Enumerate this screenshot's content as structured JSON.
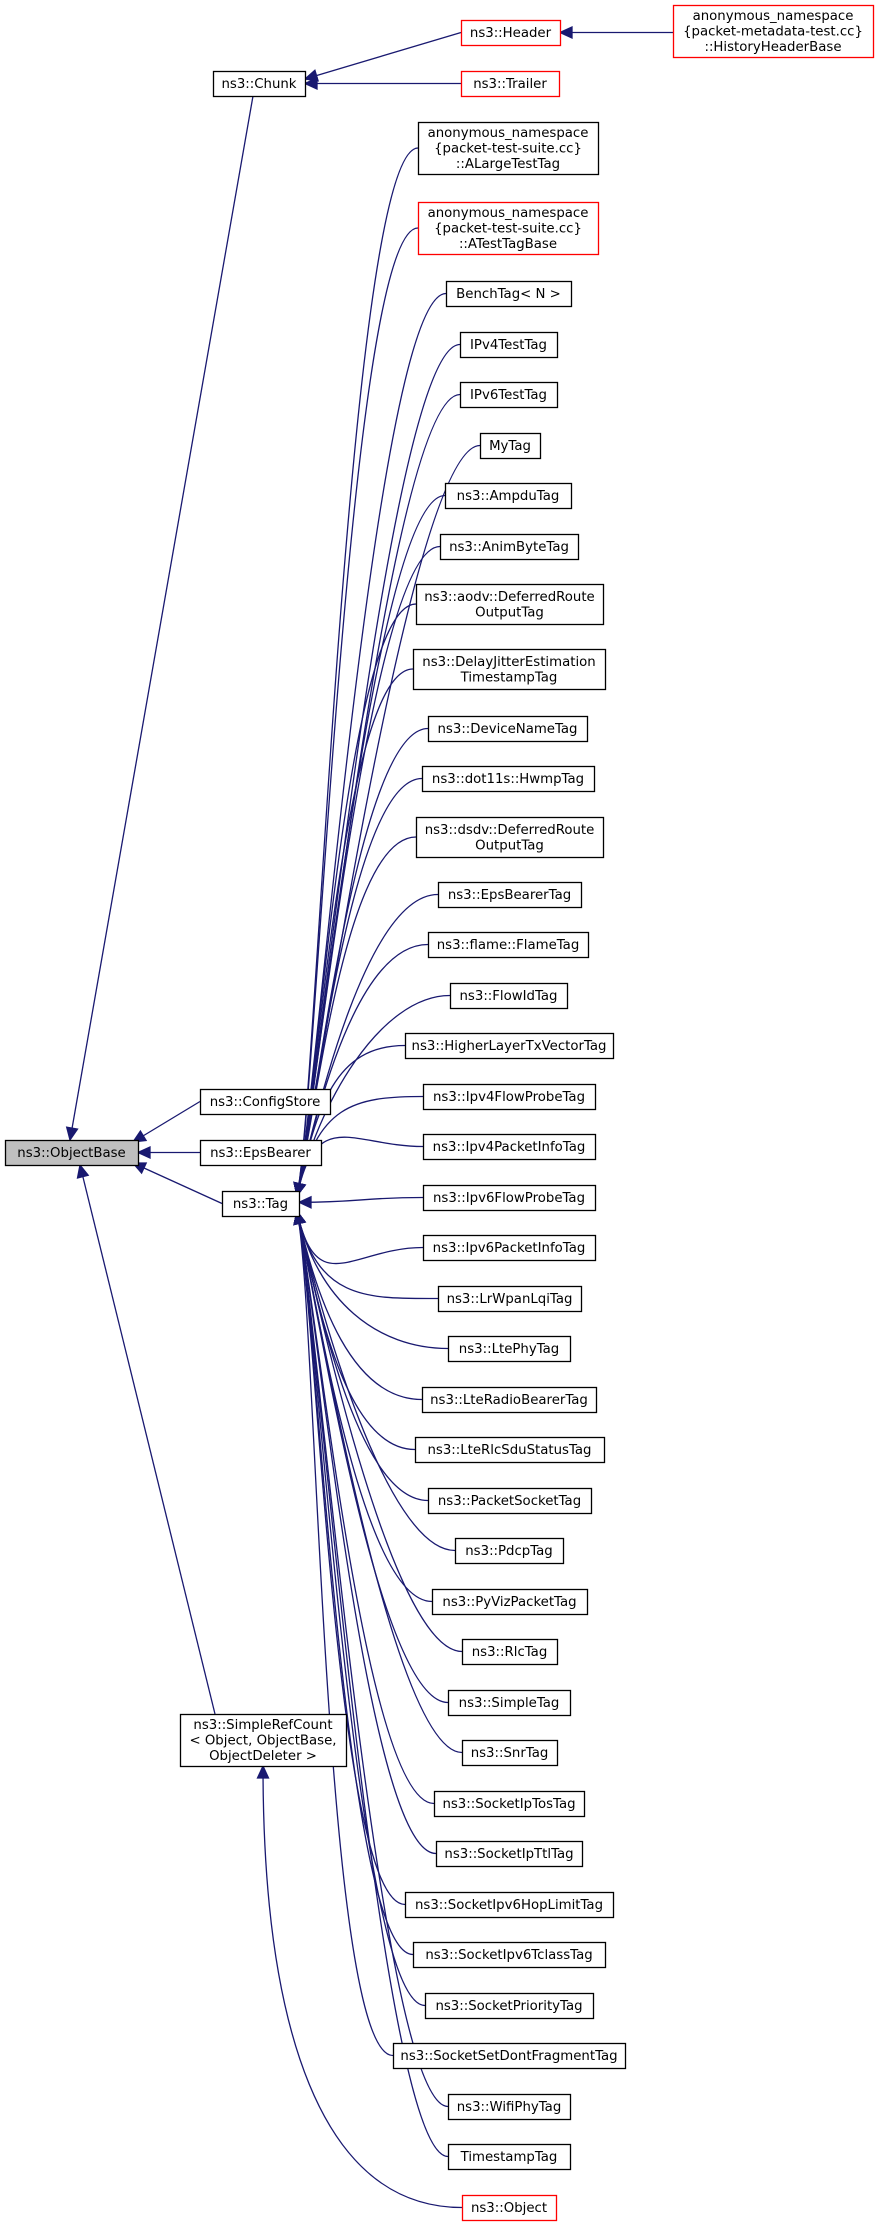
{
  "colors": {
    "edge": "#191970",
    "border_normal": "#000000",
    "border_truncated": "#ff0000",
    "fill_focus": "#bfbfbf",
    "fill_normal": "#ffffff"
  },
  "diagram": {
    "nodes": [
      {
        "id": "objectbase",
        "lines": [
          "ns3::ObjectBase"
        ],
        "style": "focus"
      },
      {
        "id": "chunk",
        "lines": [
          "ns3::Chunk"
        ],
        "style": "normal"
      },
      {
        "id": "header",
        "lines": [
          "ns3::Header"
        ],
        "style": "truncated"
      },
      {
        "id": "historyheaderbase",
        "lines": [
          "anonymous_namespace",
          "{packet-metadata-test.cc}",
          "::HistoryHeaderBase"
        ],
        "style": "truncated"
      },
      {
        "id": "trailer",
        "lines": [
          "ns3::Trailer"
        ],
        "style": "truncated"
      },
      {
        "id": "configstore",
        "lines": [
          "ns3::ConfigStore"
        ],
        "style": "normal"
      },
      {
        "id": "epsbearer",
        "lines": [
          "ns3::EpsBearer"
        ],
        "style": "normal"
      },
      {
        "id": "tag",
        "lines": [
          "ns3::Tag"
        ],
        "style": "normal"
      },
      {
        "id": "simplerefcount",
        "lines": [
          "ns3::SimpleRefCount",
          "< Object, ObjectBase,",
          "ObjectDeleter >"
        ],
        "style": "normal"
      },
      {
        "id": "alargetesttag",
        "lines": [
          "anonymous_namespace",
          "{packet-test-suite.cc}",
          "::ALargeTestTag"
        ],
        "style": "normal"
      },
      {
        "id": "atesttagbase",
        "lines": [
          "anonymous_namespace",
          "{packet-test-suite.cc}",
          "::ATestTagBase"
        ],
        "style": "truncated"
      },
      {
        "id": "benchtag",
        "lines": [
          "BenchTag< N >"
        ],
        "style": "normal"
      },
      {
        "id": "ipv4testtag",
        "lines": [
          "IPv4TestTag"
        ],
        "style": "normal"
      },
      {
        "id": "ipv6testtag",
        "lines": [
          "IPv6TestTag"
        ],
        "style": "normal"
      },
      {
        "id": "mytag",
        "lines": [
          "MyTag"
        ],
        "style": "normal"
      },
      {
        "id": "ampdutag",
        "lines": [
          "ns3::AmpduTag"
        ],
        "style": "normal"
      },
      {
        "id": "animbytetag",
        "lines": [
          "ns3::AnimByteTag"
        ],
        "style": "normal"
      },
      {
        "id": "aodvdeferred",
        "lines": [
          "ns3::aodv::DeferredRoute",
          "OutputTag"
        ],
        "style": "normal"
      },
      {
        "id": "delayjitter",
        "lines": [
          "ns3::DelayJitterEstimation",
          "TimestampTag"
        ],
        "style": "normal"
      },
      {
        "id": "devicenametag",
        "lines": [
          "ns3::DeviceNameTag"
        ],
        "style": "normal"
      },
      {
        "id": "hwmptag",
        "lines": [
          "ns3::dot11s::HwmpTag"
        ],
        "style": "normal"
      },
      {
        "id": "dsdvdeferred",
        "lines": [
          "ns3::dsdv::DeferredRoute",
          "OutputTag"
        ],
        "style": "normal"
      },
      {
        "id": "epsbearertag",
        "lines": [
          "ns3::EpsBearerTag"
        ],
        "style": "normal"
      },
      {
        "id": "flametag",
        "lines": [
          "ns3::flame::FlameTag"
        ],
        "style": "normal"
      },
      {
        "id": "flowidtag",
        "lines": [
          "ns3::FlowIdTag"
        ],
        "style": "normal"
      },
      {
        "id": "higherlayer",
        "lines": [
          "ns3::HigherLayerTxVectorTag"
        ],
        "style": "normal"
      },
      {
        "id": "ipv4flowprobe",
        "lines": [
          "ns3::Ipv4FlowProbeTag"
        ],
        "style": "normal"
      },
      {
        "id": "ipv4packetinfo",
        "lines": [
          "ns3::Ipv4PacketInfoTag"
        ],
        "style": "normal"
      },
      {
        "id": "ipv6flowprobe",
        "lines": [
          "ns3::Ipv6FlowProbeTag"
        ],
        "style": "normal"
      },
      {
        "id": "ipv6packetinfo",
        "lines": [
          "ns3::Ipv6PacketInfoTag"
        ],
        "style": "normal"
      },
      {
        "id": "lrwpanlqi",
        "lines": [
          "ns3::LrWpanLqiTag"
        ],
        "style": "normal"
      },
      {
        "id": "ltephytag",
        "lines": [
          "ns3::LtePhyTag"
        ],
        "style": "normal"
      },
      {
        "id": "lteradiobearer",
        "lines": [
          "ns3::LteRadioBearerTag"
        ],
        "style": "normal"
      },
      {
        "id": "lterlcsdu",
        "lines": [
          "ns3::LteRlcSduStatusTag"
        ],
        "style": "normal"
      },
      {
        "id": "packetsockettag",
        "lines": [
          "ns3::PacketSocketTag"
        ],
        "style": "normal"
      },
      {
        "id": "pdcptag",
        "lines": [
          "ns3::PdcpTag"
        ],
        "style": "normal"
      },
      {
        "id": "pyvizpacket",
        "lines": [
          "ns3::PyVizPacketTag"
        ],
        "style": "normal"
      },
      {
        "id": "rlctag",
        "lines": [
          "ns3::RlcTag"
        ],
        "style": "normal"
      },
      {
        "id": "simpletag",
        "lines": [
          "ns3::SimpleTag"
        ],
        "style": "normal"
      },
      {
        "id": "snrtag",
        "lines": [
          "ns3::SnrTag"
        ],
        "style": "normal"
      },
      {
        "id": "sockettos",
        "lines": [
          "ns3::SocketIpTosTag"
        ],
        "style": "normal"
      },
      {
        "id": "socketttl",
        "lines": [
          "ns3::SocketIpTtlTag"
        ],
        "style": "normal"
      },
      {
        "id": "socketipv6hop",
        "lines": [
          "ns3::SocketIpv6HopLimitTag"
        ],
        "style": "normal"
      },
      {
        "id": "socketipv6tclass",
        "lines": [
          "ns3::SocketIpv6TclassTag"
        ],
        "style": "normal"
      },
      {
        "id": "socketpriority",
        "lines": [
          "ns3::SocketPriorityTag"
        ],
        "style": "normal"
      },
      {
        "id": "socketdontfrag",
        "lines": [
          "ns3::SocketSetDontFragmentTag"
        ],
        "style": "normal"
      },
      {
        "id": "wifiphytag",
        "lines": [
          "ns3::WifiPhyTag"
        ],
        "style": "normal"
      },
      {
        "id": "timestamptag",
        "lines": [
          "TimestampTag"
        ],
        "style": "normal"
      },
      {
        "id": "object",
        "lines": [
          "ns3::Object"
        ],
        "style": "truncated"
      }
    ],
    "edges": [
      {
        "from": "header",
        "to": "chunk"
      },
      {
        "from": "trailer",
        "to": "chunk"
      },
      {
        "from": "historyheaderbase",
        "to": "header"
      },
      {
        "from": "chunk",
        "to": "objectbase"
      },
      {
        "from": "configstore",
        "to": "objectbase"
      },
      {
        "from": "epsbearer",
        "to": "objectbase"
      },
      {
        "from": "tag",
        "to": "objectbase"
      },
      {
        "from": "simplerefcount",
        "to": "objectbase"
      },
      {
        "from": "alargetesttag",
        "to": "tag"
      },
      {
        "from": "atesttagbase",
        "to": "tag"
      },
      {
        "from": "benchtag",
        "to": "tag"
      },
      {
        "from": "ipv4testtag",
        "to": "tag"
      },
      {
        "from": "ipv6testtag",
        "to": "tag"
      },
      {
        "from": "mytag",
        "to": "tag"
      },
      {
        "from": "ampdutag",
        "to": "tag"
      },
      {
        "from": "animbytetag",
        "to": "tag"
      },
      {
        "from": "aodvdeferred",
        "to": "tag"
      },
      {
        "from": "delayjitter",
        "to": "tag"
      },
      {
        "from": "devicenametag",
        "to": "tag"
      },
      {
        "from": "hwmptag",
        "to": "tag"
      },
      {
        "from": "dsdvdeferred",
        "to": "tag"
      },
      {
        "from": "epsbearertag",
        "to": "tag"
      },
      {
        "from": "flametag",
        "to": "tag"
      },
      {
        "from": "flowidtag",
        "to": "tag"
      },
      {
        "from": "higherlayer",
        "to": "tag"
      },
      {
        "from": "ipv4flowprobe",
        "to": "tag"
      },
      {
        "from": "ipv4packetinfo",
        "to": "tag"
      },
      {
        "from": "ipv6flowprobe",
        "to": "tag"
      },
      {
        "from": "ipv6packetinfo",
        "to": "tag"
      },
      {
        "from": "lrwpanlqi",
        "to": "tag"
      },
      {
        "from": "ltephytag",
        "to": "tag"
      },
      {
        "from": "lteradiobearer",
        "to": "tag"
      },
      {
        "from": "lterlcsdu",
        "to": "tag"
      },
      {
        "from": "packetsockettag",
        "to": "tag"
      },
      {
        "from": "pdcptag",
        "to": "tag"
      },
      {
        "from": "pyvizpacket",
        "to": "tag"
      },
      {
        "from": "rlctag",
        "to": "tag"
      },
      {
        "from": "simpletag",
        "to": "tag"
      },
      {
        "from": "snrtag",
        "to": "tag"
      },
      {
        "from": "sockettos",
        "to": "tag"
      },
      {
        "from": "socketttl",
        "to": "tag"
      },
      {
        "from": "socketipv6hop",
        "to": "tag"
      },
      {
        "from": "socketipv6tclass",
        "to": "tag"
      },
      {
        "from": "socketpriority",
        "to": "tag"
      },
      {
        "from": "socketdontfrag",
        "to": "tag"
      },
      {
        "from": "wifiphytag",
        "to": "tag"
      },
      {
        "from": "timestamptag",
        "to": "tag"
      },
      {
        "from": "object",
        "to": "simplerefcount"
      }
    ]
  }
}
